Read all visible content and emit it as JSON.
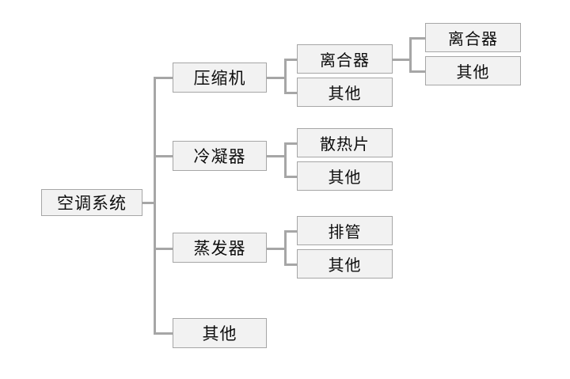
{
  "diagram": {
    "type": "tree-hierarchy",
    "orientation": "left-to-right",
    "title_text": "空调系统",
    "colors": {
      "node_fill": "#f2f2f2",
      "node_border": "#a6a6a6",
      "connector": "#a6a6a6",
      "text": "#0d0d0d",
      "background": "#ffffff"
    },
    "levels": {
      "root": {
        "label": "空调系统"
      },
      "level2": [
        {
          "label": "压缩机"
        },
        {
          "label": "冷凝器"
        },
        {
          "label": "蒸发器"
        },
        {
          "label": "其他"
        }
      ],
      "level3": {
        "compressor": [
          {
            "label": "离合器"
          },
          {
            "label": "其他"
          }
        ],
        "condenser": [
          {
            "label": "散热片"
          },
          {
            "label": "其他"
          }
        ],
        "evaporator": [
          {
            "label": "排管"
          },
          {
            "label": "其他"
          }
        ]
      },
      "level4": {
        "clutch": [
          {
            "label": "离合器"
          },
          {
            "label": "其他"
          }
        ]
      }
    }
  }
}
